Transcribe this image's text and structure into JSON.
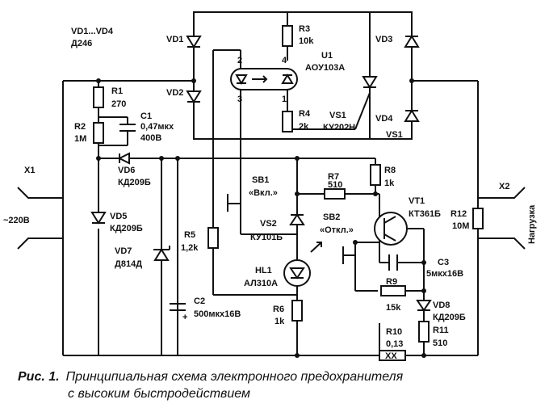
{
  "labels": {
    "vd_group": "VD1...VD4",
    "vd_group_type": "Д246",
    "vd1": "VD1",
    "vd2": "VD2",
    "vd3": "VD3",
    "vd4": "VD4",
    "r3": "R3",
    "r3_val": "10k",
    "u1": "U1",
    "u1_type": "АОУ103А",
    "pin2": "2",
    "pin3": "3",
    "pin4": "4",
    "pin1": "1",
    "r4": "R4",
    "r4_val": "2k",
    "vs1": "VS1",
    "vs1_type": "КУ202Н",
    "vs1_b": "VS1",
    "r1": "R1",
    "r1_val": "270",
    "r2": "R2",
    "r2_val": "1M",
    "c1": "C1",
    "c1_val": "0,47мкх",
    "c1_val2": "400В",
    "vd6": "VD6",
    "vd6_type": "КД209Б",
    "x1": "X1",
    "mains": "~220В",
    "vd5": "VD5",
    "vd5_type": "КД209Б",
    "vd7": "VD7",
    "vd7_type": "Д814Д",
    "sb1": "SB1",
    "sb1_name": "«Вкл.»",
    "r7": "R7",
    "r7_val": "510",
    "r8": "R8",
    "r8_val": "1k",
    "vt1": "VT1",
    "vt1_type": "КТ361Б",
    "r12": "R12",
    "r12_val": "10M",
    "x2": "X2",
    "load": "Нагрузка",
    "r5": "R5",
    "r5_val": "1,2k",
    "vs2": "VS2",
    "vs2_type": "КУ101Б",
    "sb2": "SB2",
    "sb2_name": "«Откл.»",
    "c3": "C3",
    "c3_val": "5мкх16В",
    "hl1": "HL1",
    "hl1_type": "АЛ310А",
    "r9": "R9",
    "r9_val": "15k",
    "c2": "C2",
    "c2_val": "500мкх16В",
    "r6": "R6",
    "r6_val": "1k",
    "vd8": "VD8",
    "vd8_type": "КД209Б",
    "r11": "R11",
    "r11_val": "510",
    "r10": "R10",
    "r10_val": "0,13",
    "r10_mark": "XX",
    "plus": "+"
  },
  "caption": {
    "ref": "Рис. 1.",
    "line1": "Принципиальная схема электронного предохранителя",
    "line2": "с высоким быстродействием"
  }
}
